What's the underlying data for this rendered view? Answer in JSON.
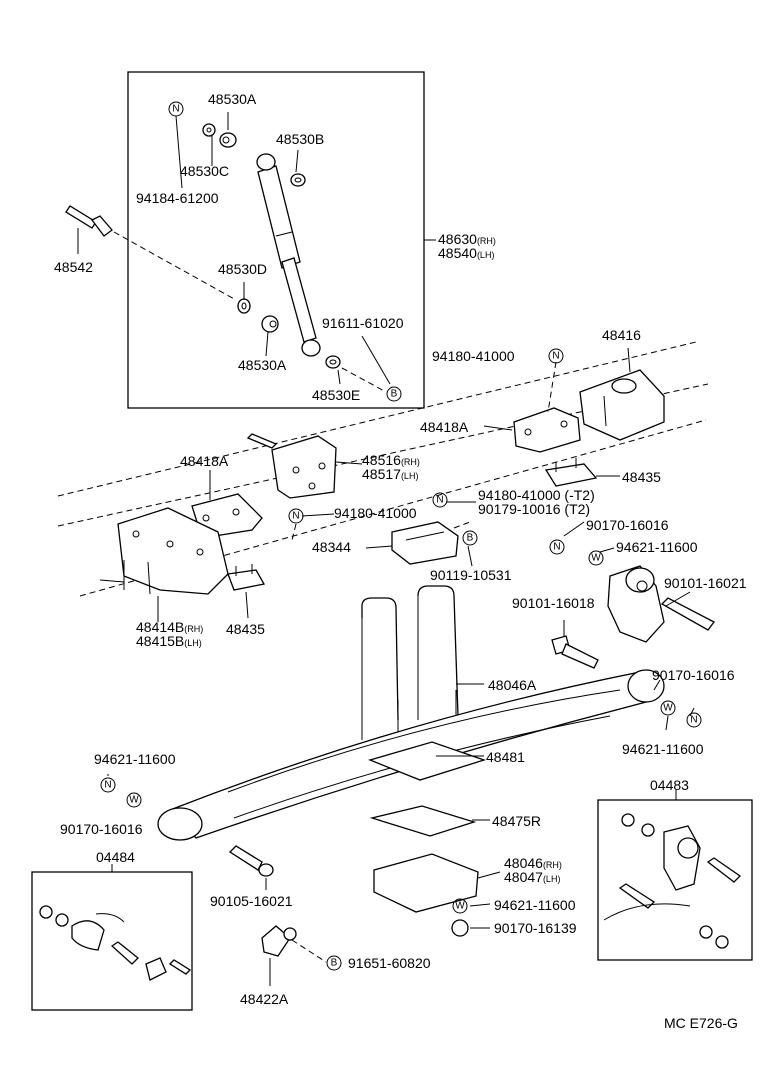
{
  "labels": {
    "p48530A_top": "48530A",
    "p48530B": "48530B",
    "p48530C": "48530C",
    "p94184": "94184-61200",
    "p48542": "48542",
    "p48630": "48630",
    "p48630_suffix": "(RH)",
    "p48540": "48540",
    "p48540_suffix": "(LH)",
    "p48530D": "48530D",
    "p91611": "91611-61020",
    "p48530A_bot": "48530A",
    "p48530E": "48530E",
    "p48416": "48416",
    "p94180_top": "94180-41000",
    "p48418A_r": "48418A",
    "p48435_r": "48435",
    "p48418A_l": "48418A",
    "p48516": "48516",
    "p48516_suffix": "(RH)",
    "p48517": "48517",
    "p48517_suffix": "(LH)",
    "p94180_t2": "94180-41000 (-T2)",
    "p90179": "90179-10016 (T2)",
    "p94180_mid": "94180-41000",
    "p90170_a": "90170-16016",
    "p94621_a": "94621-11600",
    "p48344": "48344",
    "p90119": "90119-10531",
    "p90101_r": "90101-16021",
    "p90101_l": "90101-16018",
    "p48414B": "48414B",
    "p48414B_suffix": "(RH)",
    "p48415B": "48415B",
    "p48415B_suffix": "(LH)",
    "p48435_l": "48435",
    "p48046A": "48046A",
    "p90170_b": "90170-16016",
    "p94621_b": "94621-11600",
    "p48481": "48481",
    "p94621_c": "94621-11600",
    "p90170_c": "90170-16016",
    "p04483": "04483",
    "p04484": "04484",
    "p48475R": "48475R",
    "p48046": "48046",
    "p48046_suffix": "(RH)",
    "p48047": "48047",
    "p48047_suffix": "(LH)",
    "p90105": "90105-16021",
    "p94621_d": "94621-11600",
    "p90170_d": "90170-16139",
    "p91651": "91651-60820",
    "p48422A": "48422A",
    "code": "MC E726-G"
  },
  "symbols": {
    "N": "N",
    "B": "B",
    "W": "W"
  }
}
